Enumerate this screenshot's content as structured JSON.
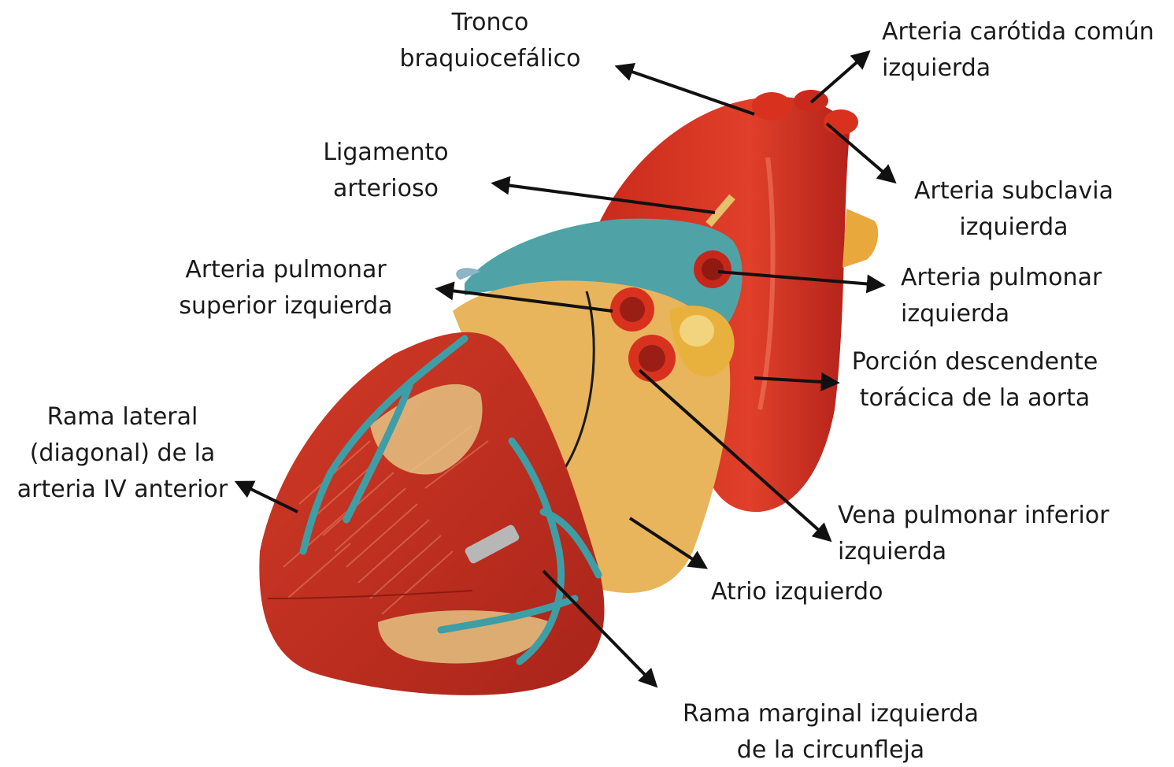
{
  "labels": {
    "tronco": {
      "lines": [
        "Tronco",
        "braquiocefálico"
      ]
    },
    "carotida": {
      "lines": [
        "Arteria carótida común",
        "izquierda"
      ]
    },
    "ligamento": {
      "lines": [
        "Ligamento",
        "arterioso"
      ]
    },
    "subclavia": {
      "lines": [
        "Arteria subclavia",
        "izquierda"
      ]
    },
    "pulm_sup": {
      "lines": [
        "Arteria pulmonar",
        "superior izquierda"
      ]
    },
    "pulm_izq": {
      "lines": [
        "Arteria pulmonar",
        "izquierda"
      ]
    },
    "porcion": {
      "lines": [
        "Porción descendente",
        "torácica de la aorta"
      ]
    },
    "rama_lateral": {
      "lines": [
        "Rama lateral",
        "(diagonal) de la",
        "arteria IV anterior"
      ]
    },
    "vena": {
      "lines": [
        "Vena pulmonar inferior",
        "izquierda"
      ]
    },
    "atrio": {
      "lines": [
        "Atrio izquierdo"
      ]
    },
    "marginal": {
      "lines": [
        "Rama marginal izquierda",
        "de la circunfleja"
      ]
    }
  },
  "colors": {
    "aorta": "#d8321f",
    "aorta_shadow": "#a81c12",
    "pulmonary": "#4fa3a7",
    "atrium": "#e8b55c",
    "myocardium": "#c63322",
    "muscle_light": "#e4c383",
    "vessel_blue": "#3d9ea6",
    "arrow": "#111111"
  }
}
